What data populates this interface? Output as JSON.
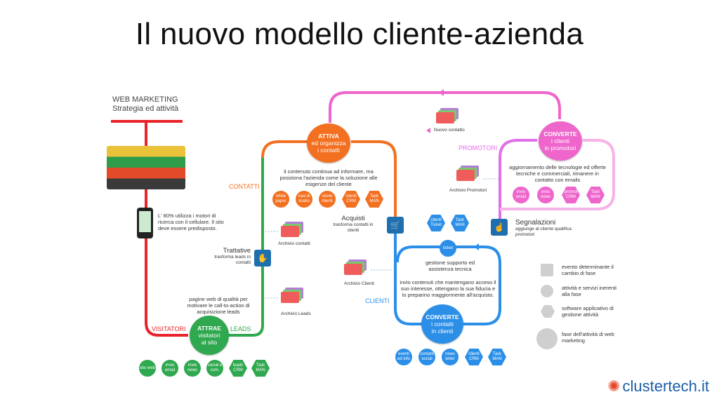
{
  "title": "Il nuovo modello cliente-azienda",
  "web_marketing": {
    "line1": "WEB MARKETING",
    "line2": "Strategia ed attività"
  },
  "mobile_note": "L' 80% utilizza i motori di ricerca con il cellulare. Il sito deve essere predisposto.",
  "pagine_note": "pagine web di qualità per motivare le call-to-action di acquisizione leads",
  "trattative": {
    "title": "Trattative",
    "sub": "trasforma leads in contatti"
  },
  "attrae": {
    "l1": "ATTRAE",
    "l2": "visitatori",
    "l3": "al sito"
  },
  "attiva": {
    "l1": "ATTIVA",
    "l2": "ed organizza",
    "l3": "i contatti"
  },
  "converte_clienti": {
    "l1": "CONVERTE",
    "l2": "i contatti",
    "l3": "in clienti"
  },
  "converte_promotori": {
    "l1": "CONVERTE",
    "l2": "i clienti",
    "l3": "in promotori"
  },
  "labels": {
    "visitatori": "VISITATORI",
    "leads": "LEADS",
    "contatti": "CONTATTI",
    "clienti": "CLIENTI",
    "promotori": "PROMOTORI"
  },
  "archives": {
    "contatti": "Archivio contatti",
    "leads": "Archivio Leads",
    "clienti": "Archivio Clienti",
    "promotori": "Archivio Promotori",
    "nuovo": "Nuovo contatto"
  },
  "attiva_note": "il contenuto continua ad informare, ma posiziona l'azienda come la soluzione alle esigenze del cliente",
  "acquisti": {
    "title": "Acquisti",
    "sub": "trasforma contatti in clienti"
  },
  "ticket_note": "gestione supporto ed assistenza tecnica",
  "invio_note": "invio contenuti che mantengano acceso il suo interesse, ottengano la sua fiducia e lo preparino maggiormente all'acquisto.",
  "promo_note": "aggiornamento delle tecnologie ed offerte tecniche e commerciali, rimanere in contatto con emails",
  "segnalazioni": {
    "title": "Segnalazioni",
    "sub": "aggiunge al cliente qualifica promotori"
  },
  "bottom_green": [
    {
      "kind": "chip",
      "text": "sito web"
    },
    {
      "kind": "chip",
      "text": "invio email"
    },
    {
      "kind": "chip",
      "text": "invio news"
    },
    {
      "kind": "chip",
      "text": "social e com."
    },
    {
      "kind": "hex",
      "text": "leads CRM"
    },
    {
      "kind": "hex",
      "text": "Task MAN"
    }
  ],
  "orange_chips": [
    {
      "kind": "chip",
      "text": "white paper"
    },
    {
      "kind": "chip",
      "text": "casi di studio"
    },
    {
      "kind": "chip",
      "text": "storie clienti"
    },
    {
      "kind": "hex",
      "text": "clienti CRM"
    },
    {
      "kind": "hex",
      "text": "Task MAN"
    }
  ],
  "blue_bottom": [
    {
      "kind": "chip",
      "text": "eventi ed info"
    },
    {
      "kind": "chip",
      "text": "contatti social"
    },
    {
      "kind": "chip",
      "text": "news letter"
    },
    {
      "kind": "hex",
      "text": "clienti CRM"
    },
    {
      "kind": "hex",
      "text": "Task MAN"
    }
  ],
  "blue_top": [
    {
      "kind": "hex",
      "text": "clienti Ticket"
    },
    {
      "kind": "hex",
      "text": "Task MAN"
    }
  ],
  "ticket_chip": "ticket",
  "pink_chips": [
    {
      "kind": "chip",
      "text": "invio email"
    },
    {
      "kind": "chip",
      "text": "invio news"
    },
    {
      "kind": "hex",
      "text": "promot CRM"
    },
    {
      "kind": "hex",
      "text": "Task MAN"
    }
  ],
  "legend": [
    {
      "shape": "square",
      "text": "evento determinante il cambio di fase"
    },
    {
      "shape": "circle",
      "text": "attività e servizi inerenti alla fase"
    },
    {
      "shape": "hex",
      "text": "software applicativo di gestione attività"
    },
    {
      "shape": "bigcircle",
      "text": "fase dell'attività di web marketing"
    }
  ],
  "logo": "clustertech.it",
  "colors": {
    "red": "#e8242a",
    "green": "#2fa84f",
    "orange": "#f37021",
    "blue": "#2b8fe8",
    "pink": "#ee66cc",
    "violet": "#e070e8"
  }
}
